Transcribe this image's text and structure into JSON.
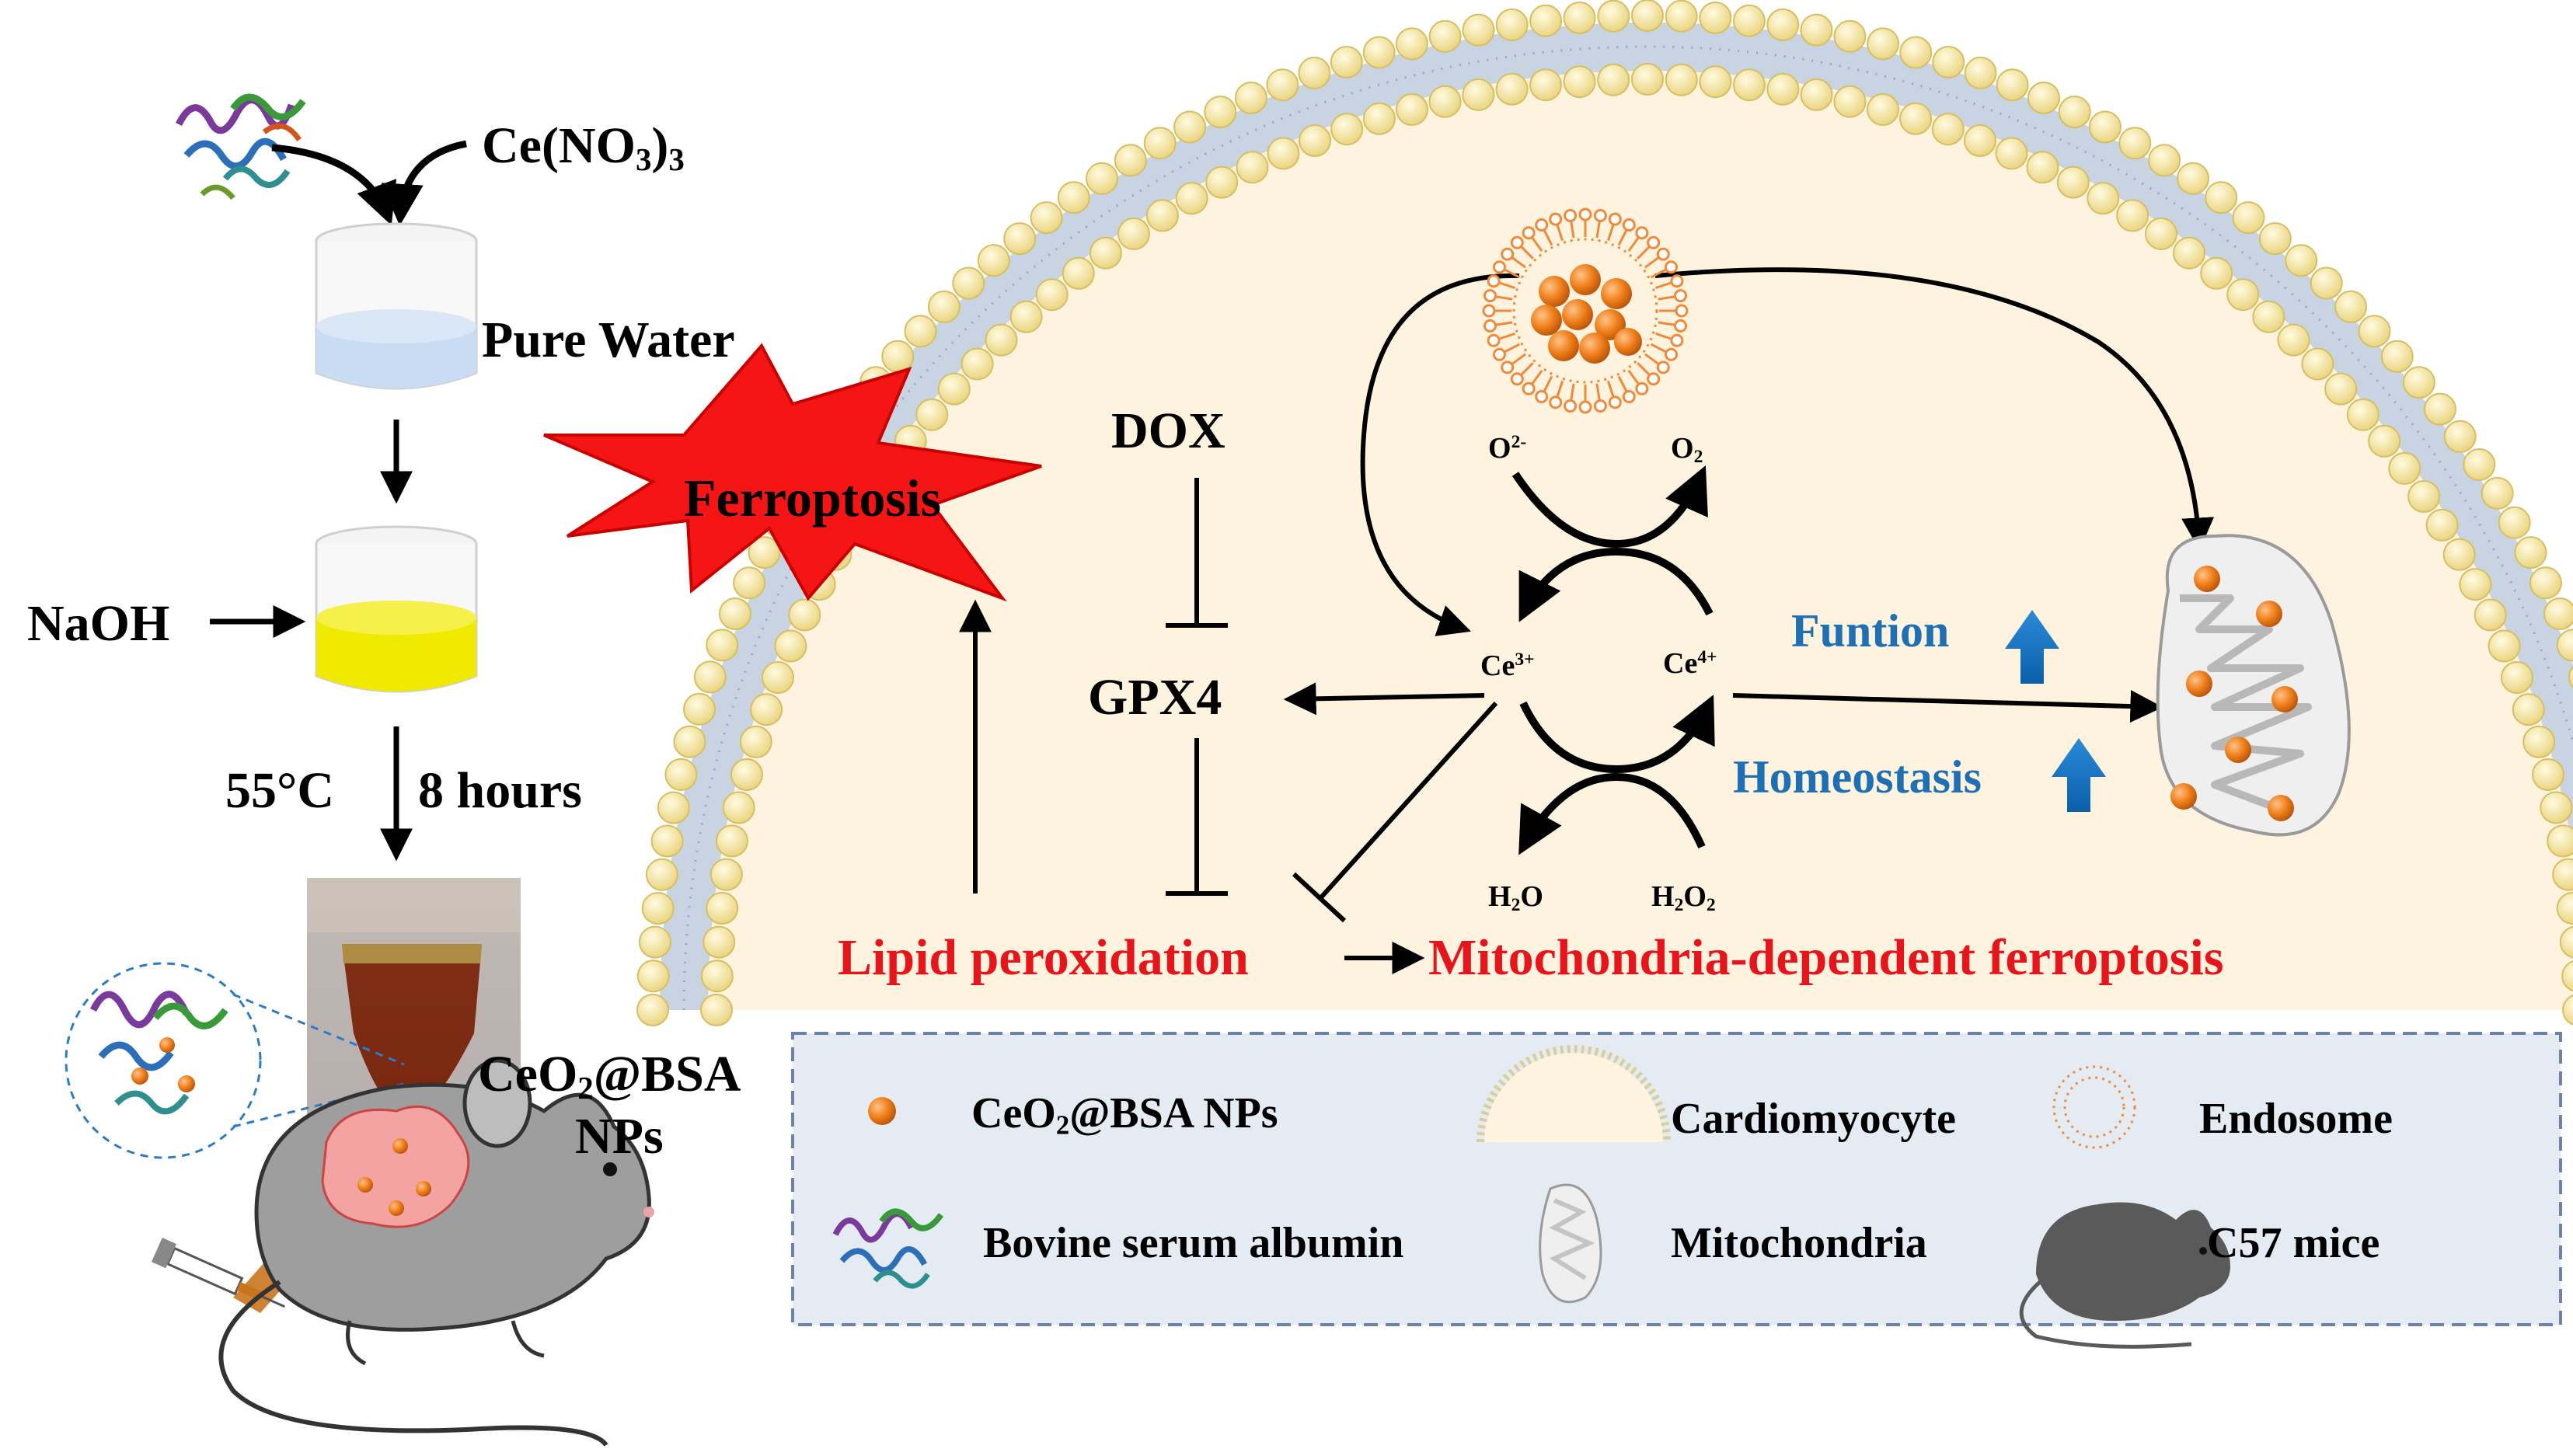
{
  "synthesis": {
    "reagent_prefix": "Ce(NO",
    "reagent_sub1": "3",
    "reagent_close": ")",
    "reagent_sub2": "3",
    "pure_water": "Pure Water",
    "naoh": "NaOH",
    "temp": "55°C",
    "time": "8 hours",
    "product_prefix": "CeO",
    "product_sub": "2",
    "product_suffix": "@BSA",
    "product_line2": "NPs"
  },
  "pathway": {
    "ferroptosis": "Ferroptosis",
    "dox": "DOX",
    "gpx4": "GPX4",
    "lipid": "Lipid peroxidation",
    "mito_ferro": "Mitochondria-dependent ferroptosis",
    "o2_minus_base": "O",
    "o2_minus_sup": "2-",
    "o2_base": "O",
    "o2_sub": "2",
    "ce3_base": "Ce",
    "ce3_sup": "3+",
    "ce4_base": "Ce",
    "ce4_sup": "4+",
    "h2o_a": "H",
    "h2o_sub": "2",
    "h2o_b": "O",
    "h2o2_a": "H",
    "h2o2_sub1": "2",
    "h2o2_b": "O",
    "h2o2_sub2": "2",
    "function": "Funtion",
    "homeostasis": "Homeostasis"
  },
  "legend": {
    "np_prefix": "CeO",
    "np_sub": "2",
    "np_suffix": "@BSA  NPs",
    "cardiomyocyte": "Cardiomyocyte",
    "endosome": "Endosome",
    "bsa": "Bovine serum albumin",
    "mitochondria": "Mitochondria",
    "mice": "C57 mice"
  },
  "colors": {
    "cell_fill": "#fdf3df",
    "lipid_head": "#f7e8a6",
    "membrane_tail": "#9bb0c8",
    "np_orange": "#ef7f1a",
    "ferroptosis_star": "#f51515",
    "red_text": "#e8141b",
    "blue_text": "#1f6fb5",
    "legend_fill": "#e5ebf2",
    "legend_border": "#6d82a8",
    "liquid_blue": "#c8dcf3",
    "liquid_yellow": "#f0ea00",
    "tube_brown": "#8b2a10",
    "mouse_gray": "#9e9e9e"
  }
}
